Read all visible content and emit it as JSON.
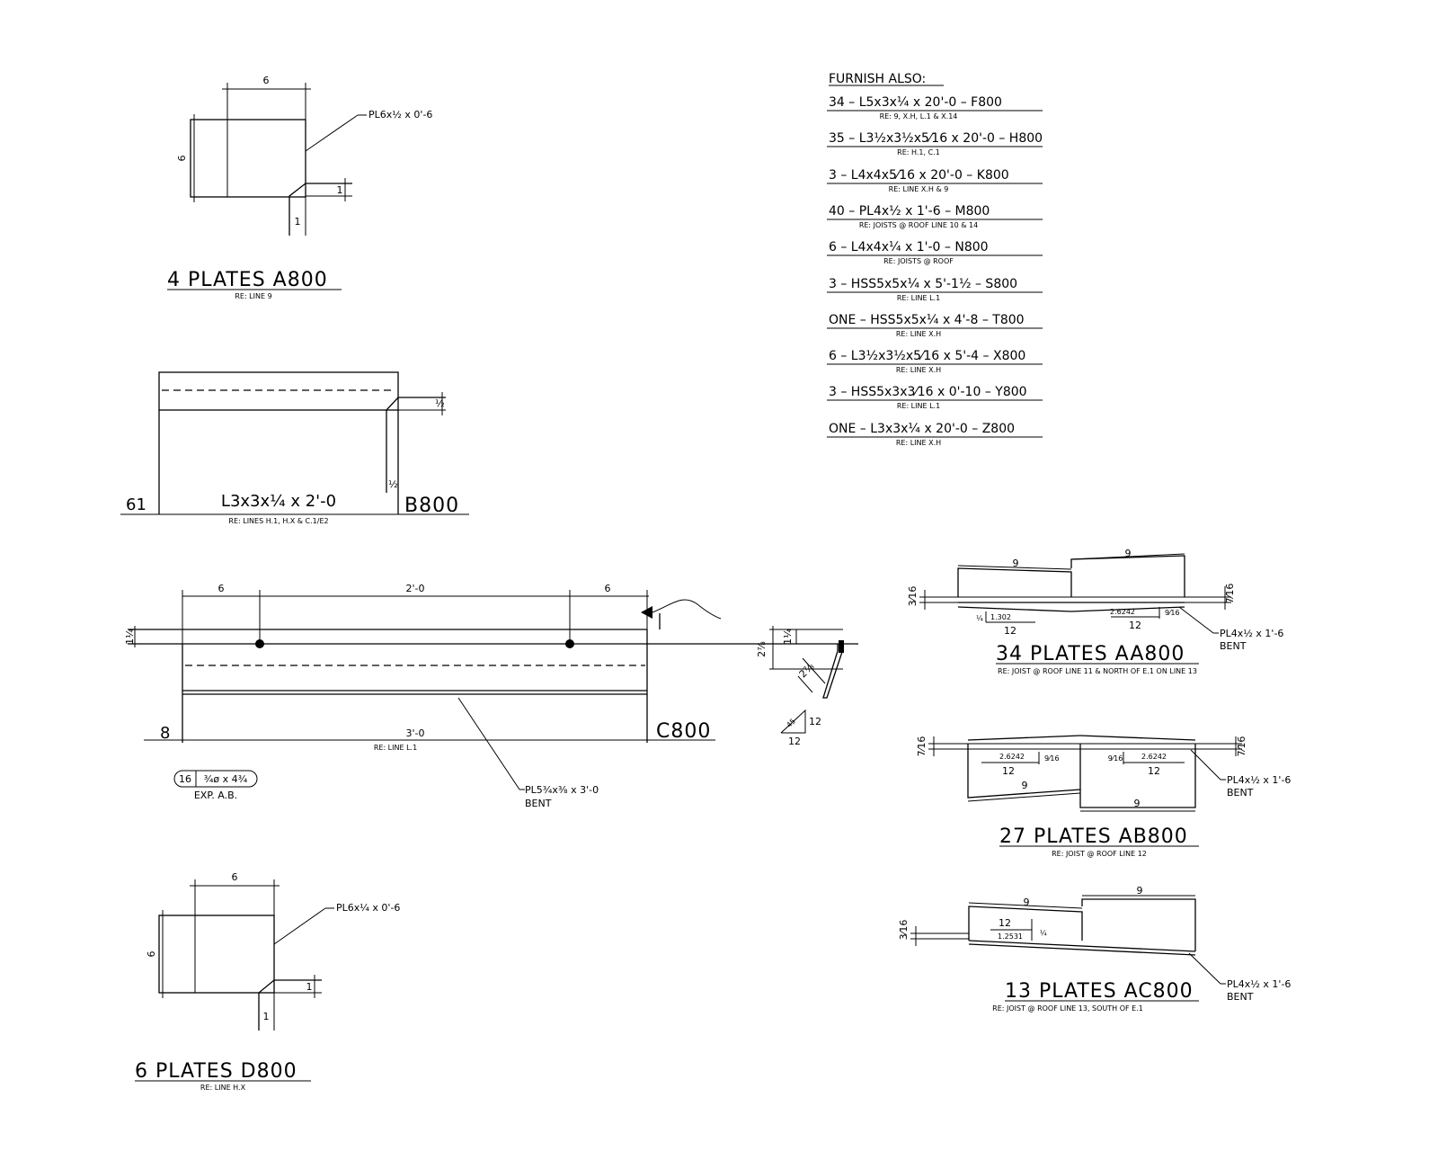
{
  "plate_a": {
    "dim_top": "6",
    "dim_side": "6",
    "callout": "PL6x½ x 0'-6",
    "dim_small": "1",
    "dim_bottom": "1",
    "title": "4 PLATES A800",
    "ref": "RE: LINE 9"
  },
  "angle_b": {
    "qty": "61",
    "section": "L3x3x¼ x 2'-0",
    "mark": "B800",
    "dim_a": "½",
    "dim_b": "½",
    "ref": "RE: LINES H.1, H.X & C.1/E2"
  },
  "plate_c": {
    "dim_left": "6",
    "dim_mid": "2'-0",
    "dim_right": "6",
    "dim_side": "1¼",
    "qty": "8",
    "length": "3'-0",
    "mark": "C800",
    "ref": "RE: LINE L.1",
    "bolt_qty": "16",
    "bolt_spec": "¾ø x 4¾",
    "bolt_note": "EXP. A.B.",
    "callout": "PL5¾x⅜ x 3'-0",
    "callout2": "BENT",
    "sec_dim_a": "2⅞",
    "sec_dim_b": "1¼",
    "sec_dim_c": "2⅞",
    "slope_a": "12",
    "slope_b": "12",
    "slope_c": "45"
  },
  "plate_d": {
    "dim_top": "6",
    "dim_side": "6",
    "callout": "PL6x¼ x 0'-6",
    "dim_small": "1",
    "dim_bottom": "1",
    "title": "6 PLATES D800",
    "ref": "RE: LINE H.X"
  },
  "furnish": {
    "heading": "FURNISH ALSO:",
    "items": [
      {
        "text": "34 – L5x3x¼ x 20'-0 – F800",
        "ref": "RE: 9, X.H, L.1 & X.14"
      },
      {
        "text": "35 – L3½x3½x5⁄16 x 20'-0 – H800",
        "ref": "RE: H.1, C.1"
      },
      {
        "text": "3 – L4x4x5⁄16 x 20'-0 – K800",
        "ref": "RE: LINE X.H & 9"
      },
      {
        "text": "40 – PL4x½ x 1'-6 – M800",
        "ref": "RE: JOISTS @ ROOF LINE 10 & 14"
      },
      {
        "text": "6 – L4x4x¼ x 1'-0 – N800",
        "ref": "RE: JOISTS @ ROOF"
      },
      {
        "text": "3 – HSS5x5x¼ x 5'-1½ – S800",
        "ref": "RE: LINE L.1"
      },
      {
        "text": "ONE – HSS5x5x¼ x 4'-8 – T800",
        "ref": "RE: LINE X.H"
      },
      {
        "text": "6 – L3½x3½x5⁄16 x 5'-4 – X800",
        "ref": "RE: LINE X.H"
      },
      {
        "text": "3 – HSS5x3x3⁄16 x 0'-10 – Y800",
        "ref": "RE: LINE L.1"
      },
      {
        "text": "ONE – L3x3x¼ x 20'-0 – Z800",
        "ref": "RE: LINE X.H"
      }
    ]
  },
  "plate_aa": {
    "dim_left": "9",
    "dim_right": "9",
    "side_l": "3⁄16",
    "side_r": "7⁄16",
    "slope1_rise": "¼",
    "slope1_val": "1.302",
    "slope1_run": "12",
    "slope2_val": "2.6242",
    "slope2_rise": "9⁄16",
    "slope2_run": "12",
    "callout": "PL4x½ x 1'-6",
    "callout2": "BENT",
    "title": "34 PLATES AA800",
    "ref": "RE: JOIST @ ROOF LINE 11 & NORTH OF E.1 ON LINE 13"
  },
  "plate_ab": {
    "dim_left": "9",
    "dim_right": "9",
    "side_l": "7⁄16",
    "side_r": "7⁄16",
    "slope1_val": "2.6242",
    "slope1_rise": "9⁄16",
    "slope1_run": "12",
    "slope2_rise": "9⁄16",
    "slope2_val": "2.6242",
    "slope2_run": "12",
    "callout": "PL4x½ x 1'-6",
    "callout2": "BENT",
    "title": "27 PLATES AB800",
    "ref": "RE: JOIST @ ROOF LINE 12"
  },
  "plate_ac": {
    "dim_left": "9",
    "dim_right": "9",
    "side_l": "3⁄16",
    "slope_run": "12",
    "slope_val": "1.2531",
    "slope_rise": "¼",
    "callout": "PL4x½ x 1'-6",
    "callout2": "BENT",
    "title": "13 PLATES AC800",
    "ref": "RE: JOIST @ ROOF LINE 13, SOUTH OF E.1"
  }
}
